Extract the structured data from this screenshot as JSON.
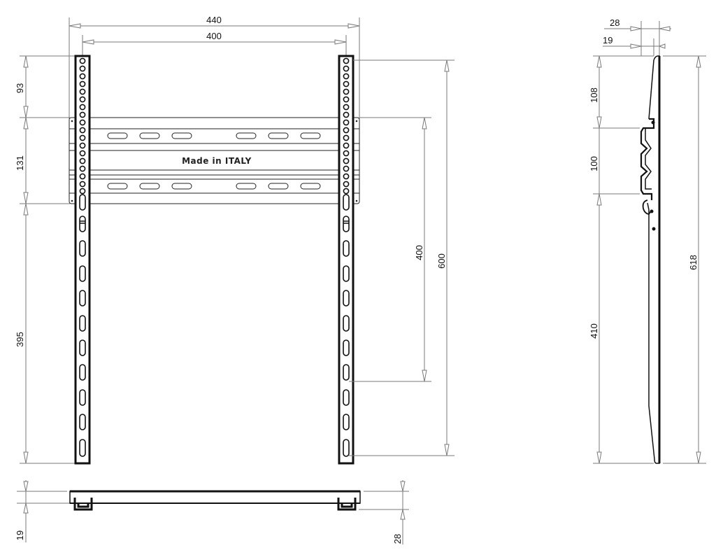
{
  "drawing": {
    "front_view": {
      "label_text": "Made in ITALY",
      "dimensions": {
        "overall_width": "440",
        "hole_spacing_width": "400",
        "top_offset": "93",
        "rail_height": "131",
        "lower_length": "395",
        "vesa_vertical_400": "400",
        "vesa_vertical_600": "600"
      }
    },
    "side_view": {
      "dimensions": {
        "depth_max": "28",
        "depth_min": "19",
        "top_section": "108",
        "rail_section": "100",
        "lower_section": "410",
        "overall_height": "618"
      }
    },
    "bottom_view": {
      "dimensions": {
        "left_depth": "19",
        "right_depth": "28"
      }
    }
  }
}
